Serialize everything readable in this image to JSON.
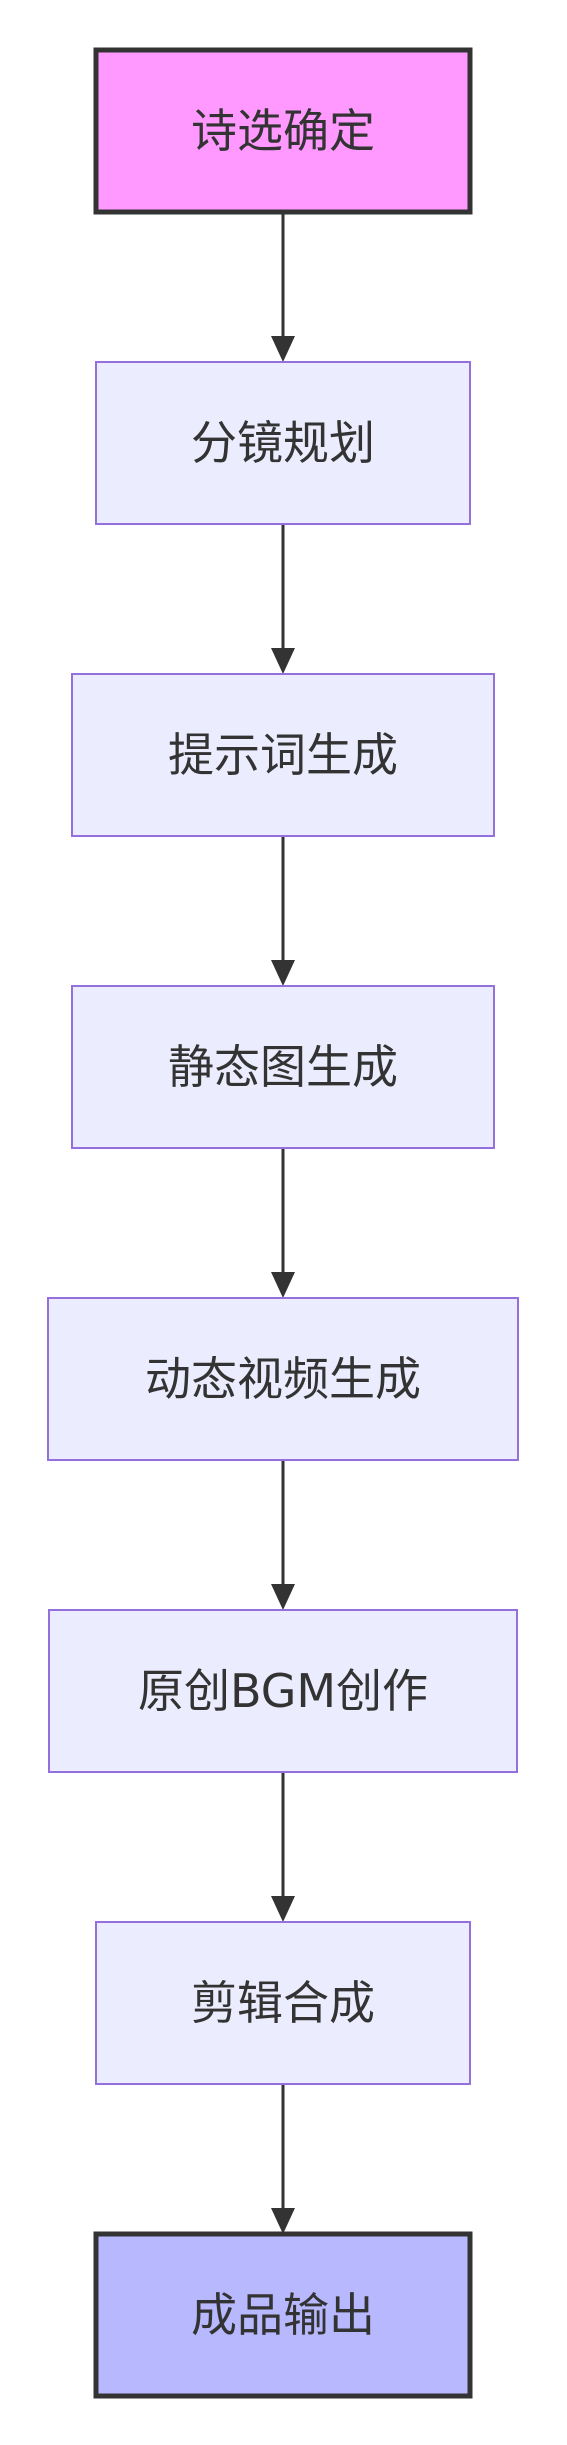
{
  "diagram": {
    "type": "flowchart",
    "direction": "top-to-bottom",
    "nodes": [
      {
        "id": "n1",
        "label": "诗选确定",
        "style": "start"
      },
      {
        "id": "n2",
        "label": "分镜规划",
        "style": "default"
      },
      {
        "id": "n3",
        "label": "提示词生成",
        "style": "default"
      },
      {
        "id": "n4",
        "label": "静态图生成",
        "style": "default"
      },
      {
        "id": "n5",
        "label": "动态视频生成",
        "style": "default"
      },
      {
        "id": "n6",
        "label": "原创BGM创作",
        "style": "default"
      },
      {
        "id": "n7",
        "label": "剪辑合成",
        "style": "default"
      },
      {
        "id": "n8",
        "label": "成品输出",
        "style": "end"
      }
    ],
    "edges": [
      {
        "from": "n1",
        "to": "n2"
      },
      {
        "from": "n2",
        "to": "n3"
      },
      {
        "from": "n3",
        "to": "n4"
      },
      {
        "from": "n4",
        "to": "n5"
      },
      {
        "from": "n5",
        "to": "n6"
      },
      {
        "from": "n6",
        "to": "n7"
      },
      {
        "from": "n7",
        "to": "n8"
      }
    ],
    "colors": {
      "start_fill": "#ff99ff",
      "end_fill": "#b8b8ff",
      "default_fill": "#ececff",
      "default_stroke": "#9370db",
      "emphasis_stroke": "#333333",
      "edge": "#333333",
      "text": "#333333"
    }
  }
}
